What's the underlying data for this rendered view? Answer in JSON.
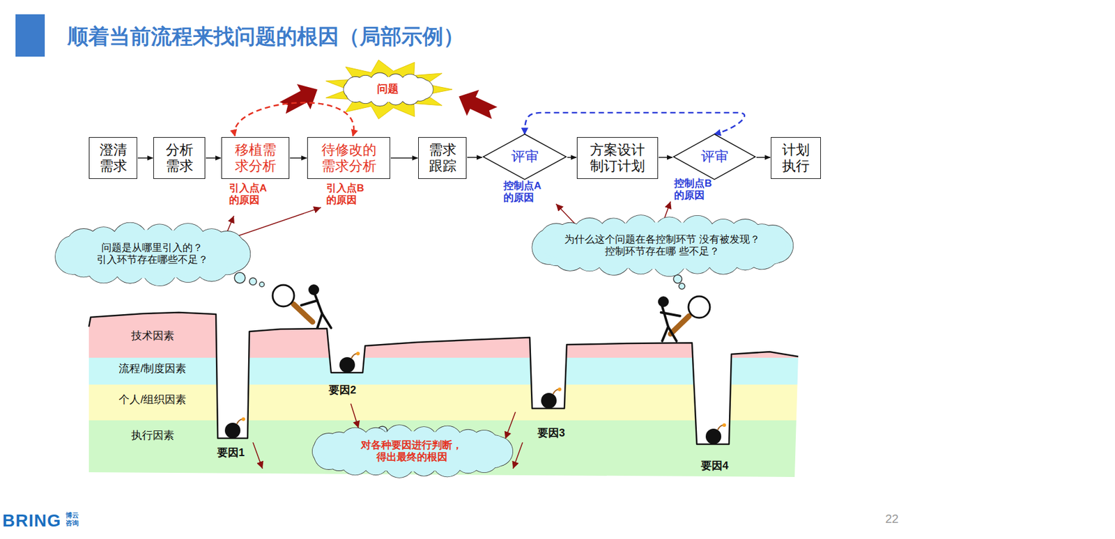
{
  "diagram": {
    "title": "顺着当前流程来找问题的根因（局部示例）",
    "nodes": [
      {
        "text": [
          "澄清 需求"
        ]
      },
      {
        "text": [
          "分析 需求"
        ]
      },
      {
        "text": [
          "移植需 求分析"
        ]
      },
      {
        "text": [
          "待修改的 需求分析"
        ]
      },
      {
        "text": [
          "需求 跟踪"
        ]
      },
      {
        "text": [
          "评审"
        ]
      },
      {
        "text": [
          "方案设计 制订计划"
        ]
      },
      {
        "text": [
          "评审"
        ]
      },
      {
        "text": [
          "计划 执行"
        ]
      },
      {
        "text": [
          "问题"
        ]
      },
      {
        "text": [
          "问题是从哪里引入的？ 引入环节存在哪些不足？"
        ]
      },
      {
        "text": [
          "为什么这个问题在各控制环节 没有被发现？控制环节存在哪 些不足？"
        ]
      },
      {
        "text": [
          "对各种要因进行判断， 得出最终的根因"
        ]
      }
    ],
    "edges": [
      {
        "from": 0,
        "to": 1,
        "arrow": "to"
      },
      {
        "from": 1,
        "to": 2,
        "arrow": "to"
      },
      {
        "from": 2,
        "to": 3,
        "arrow": "to"
      },
      {
        "from": 3,
        "to": 4,
        "arrow": "to"
      },
      {
        "from": 4,
        "to": 5,
        "arrow": "to"
      },
      {
        "from": 5,
        "to": 6,
        "arrow": "to"
      },
      {
        "from": 6,
        "to": 7,
        "arrow": "to"
      },
      {
        "from": 7,
        "to": 8,
        "arrow": "to"
      },
      {
        "from": 2,
        "to": 3,
        "arrow": "both"
      },
      {
        "from": 5,
        "to": 7,
        "arrow": "both"
      }
    ],
    "labels": [
      "引入点A 的原因",
      "引入点B 的原因",
      "控制点A 的原因",
      "控制点B 的原因",
      "技术因素",
      "流程/制度因素",
      "个人/组织因素",
      "执行因素",
      "要因1",
      "要因2",
      "要因3",
      "要因4",
      "BRING",
      "博云 咨询",
      "22"
    ]
  }
}
